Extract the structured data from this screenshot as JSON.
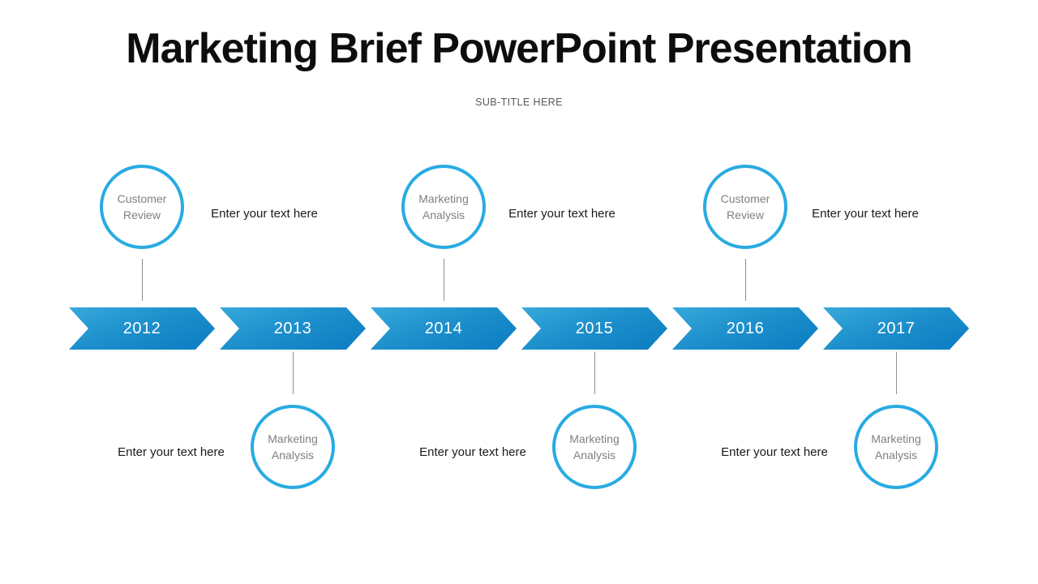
{
  "slide": {
    "title": "Marketing Brief PowerPoint Presentation",
    "subtitle": "SUB-TITLE HERE"
  },
  "colors": {
    "accent_blue": "#29ABE2",
    "arrow_gradient_top": "#38A9DD",
    "arrow_gradient_bottom": "#0B7CC1",
    "circle_label_gray": "#808080",
    "connector_gray": "#919191",
    "title_black": "#0D0D0D",
    "subtitle_gray": "#595959"
  },
  "timeline": {
    "years": [
      "2012",
      "2013",
      "2014",
      "2015",
      "2016",
      "2017"
    ],
    "top_milestones": [
      {
        "year": "2012",
        "circle_label": "Customer Review",
        "side_text": "Enter your text here"
      },
      {
        "year": "2014",
        "circle_label": "Marketing Analysis",
        "side_text": "Enter your text here"
      },
      {
        "year": "2016",
        "circle_label": "Customer Review",
        "side_text": "Enter your text here"
      }
    ],
    "bottom_milestones": [
      {
        "year": "2013",
        "circle_label": "Marketing Analysis",
        "side_text": "Enter your text here"
      },
      {
        "year": "2015",
        "circle_label": "Marketing Analysis",
        "side_text": "Enter your text here"
      },
      {
        "year": "2017",
        "circle_label": "Marketing Analysis",
        "side_text": "Enter your text here"
      }
    ]
  }
}
